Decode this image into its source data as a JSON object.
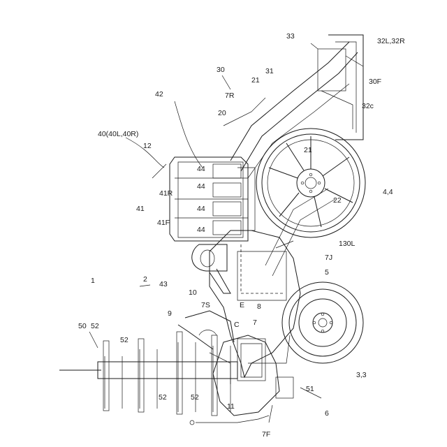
{
  "figure": {
    "labels": {
      "l_1": "1",
      "l_2": "2",
      "l_3_3": "3,3",
      "l_4_4": "4,4",
      "l_5": "5",
      "l_6": "6",
      "l_7": "7",
      "l_7F": "7F",
      "l_7J": "7J",
      "l_7R": "7R",
      "l_7S": "7S",
      "l_8": "8",
      "l_9": "9",
      "l_10": "10",
      "l_11": "11",
      "l_12": "12",
      "l_20": "20",
      "l_21a": "21",
      "l_21b": "21",
      "l_22": "22",
      "l_30": "30",
      "l_30F": "30F",
      "l_31": "31",
      "l_32c": "32c",
      "l_32LR": "32L,32R",
      "l_33": "33",
      "l_40": "40(40L,40R)",
      "l_41": "41",
      "l_41F": "41F",
      "l_41R": "41R",
      "l_42": "42",
      "l_43": "43",
      "l_44a": "44",
      "l_44b": "44",
      "l_44c": "44",
      "l_44d": "44",
      "l_50": "50",
      "l_51": "51",
      "l_52a": "52",
      "l_52b": "52",
      "l_52c": "52",
      "l_52d": "52",
      "l_130L": "130L",
      "l_C": "C",
      "l_E": "E"
    }
  }
}
